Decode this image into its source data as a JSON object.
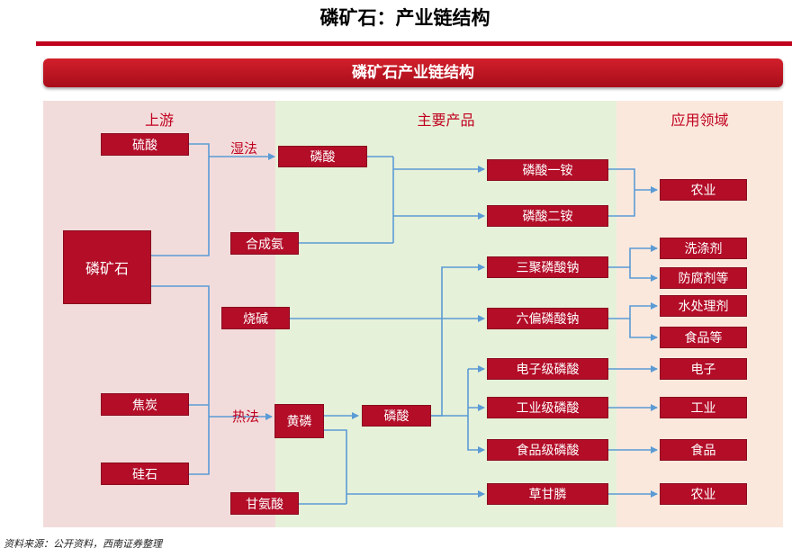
{
  "title": "磷矿石：产业链结构",
  "banner": "磷矿石产业链结构",
  "zones": {
    "upstream": "上游",
    "products": "主要产品",
    "applications": "应用领域"
  },
  "methods": {
    "wet": "湿法",
    "thermal": "热法"
  },
  "upstream": {
    "phosphate_rock": "磷矿石",
    "sulfuric_acid": "硫酸",
    "synthetic_ammonia": "合成氨",
    "caustic_soda": "烧碱",
    "coke": "焦炭",
    "silica": "硅石",
    "glycine": "甘氨酸"
  },
  "products": {
    "phosphoric_acid_wet": "磷酸",
    "yellow_phosphorus": "黄磷",
    "phosphoric_acid_thermal": "磷酸",
    "map": "磷酸一铵",
    "dap": "磷酸二铵",
    "stpp": "三聚磷酸钠",
    "shmp": "六偏磷酸钠",
    "electronic_grade": "电子级磷酸",
    "industrial_grade": "工业级磷酸",
    "food_grade": "食品级磷酸",
    "glyphosate": "草甘膦"
  },
  "applications": {
    "agriculture_1": "农业",
    "detergent": "洗涤剂",
    "preservative": "防腐剂等",
    "water_treatment": "水处理剂",
    "food_etc": "食品等",
    "electronics": "电子",
    "industry": "工业",
    "food": "食品",
    "agriculture_2": "农业"
  },
  "colors": {
    "box": "#b30d28",
    "line": "#5b9bd5",
    "accent": "#c0001e"
  },
  "source_note": "资料来源：公开资料，西南证券整理"
}
